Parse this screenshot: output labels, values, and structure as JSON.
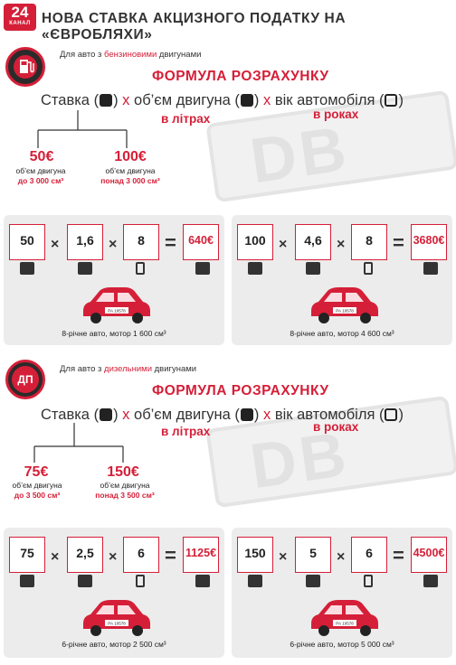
{
  "header": {
    "logo_num": "24",
    "logo_sub": "КАНАЛ",
    "title": "НОВА СТАВКА АКЦИЗНОГО ПОДАТКУ НА «ЄВРОБЛЯХИ»"
  },
  "petrol": {
    "intro_pre": "Для авто з ",
    "intro_hl": "бензиновими",
    "intro_post": " двигунами",
    "formula_title": "ФОРМУЛА РОЗРАХУНКУ",
    "w_stavka": "Ставка (",
    "w_close1": ")",
    "x1": "x",
    "w_volume": "об’єм двигуна (",
    "w_close2": ")",
    "x2": "x",
    "w_age": "вік автомобіля (",
    "w_close3": ")",
    "sub_litres": "в літрах",
    "sub_years": "в роках",
    "rate1": "50€",
    "rate1_l1": "об’єм двигуна",
    "rate1_l2": "до 3 000 см³",
    "rate2": "100€",
    "rate2_l1": "об’єм двигуна",
    "rate2_l2": "понад 3 000 см³",
    "ex1": {
      "a": "50",
      "b": "1,6",
      "c": "8",
      "res": "640€",
      "times": "×",
      "eq": "=",
      "caption": "8-річне авто, мотор 1 600 см³",
      "plate": "РА 10578"
    },
    "ex2": {
      "a": "100",
      "b": "4,6",
      "c": "8",
      "res": "3680€",
      "times": "×",
      "eq": "=",
      "caption": "8-річне авто, мотор 4 600 см³",
      "plate": "РА 10578"
    }
  },
  "diesel": {
    "icon_text": "ДП",
    "intro_pre": "Для авто з ",
    "intro_hl": "дизельними",
    "intro_post": " двигунами",
    "formula_title": "ФОРМУЛА РОЗРАХУНКУ",
    "w_stavka": "Ставка (",
    "w_close1": ")",
    "x1": "x",
    "w_volume": "об’єм двигуна (",
    "w_close2": ")",
    "x2": "x",
    "w_age": "вік автомобіля (",
    "w_close3": ")",
    "sub_litres": "в літрах",
    "sub_years": "в роках",
    "rate1": "75€",
    "rate1_l1": "об’єм двигуна",
    "rate1_l2": "до 3 500 см³",
    "rate2": "150€",
    "rate2_l1": "об’єм двигуна",
    "rate2_l2": "понад 3 500 см³",
    "ex1": {
      "a": "75",
      "b": "2,5",
      "c": "6",
      "res": "1125€",
      "times": "×",
      "eq": "=",
      "caption": "6-річне авто, мотор 2 500 см³",
      "plate": "РА 10578"
    },
    "ex2": {
      "a": "150",
      "b": "5",
      "c": "6",
      "res": "4500€",
      "times": "×",
      "eq": "=",
      "caption": "6-річне авто, мотор 5 000 см³",
      "plate": "РА 10578"
    }
  },
  "background_plate": "DB",
  "colors": {
    "accent": "#d51f38",
    "dark": "#2b2b2b",
    "card": "#ececec"
  },
  "icons": [
    "money-icon",
    "engine-icon",
    "hourglass-icon",
    "coins-percent-icon",
    "fuel-pump-icon",
    "car-icon"
  ]
}
